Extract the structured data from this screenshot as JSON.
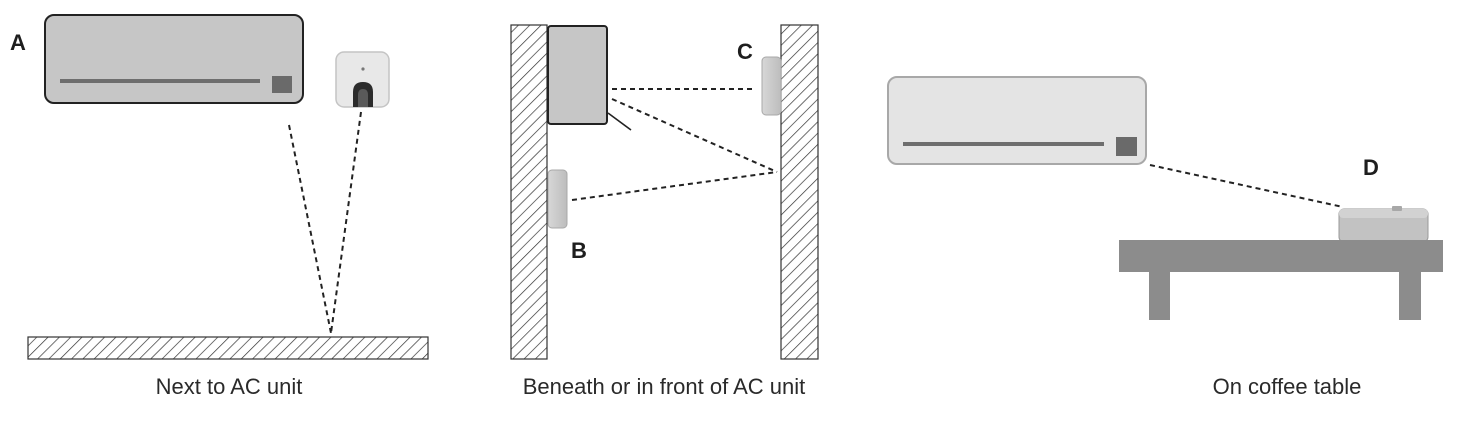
{
  "panels": [
    {
      "marker": "A",
      "caption": "Next to AC unit"
    },
    {
      "marker_b": "B",
      "marker_c": "C",
      "caption": "Beneath or in front of AC unit"
    },
    {
      "marker": "D",
      "caption": "On coffee table"
    }
  ]
}
